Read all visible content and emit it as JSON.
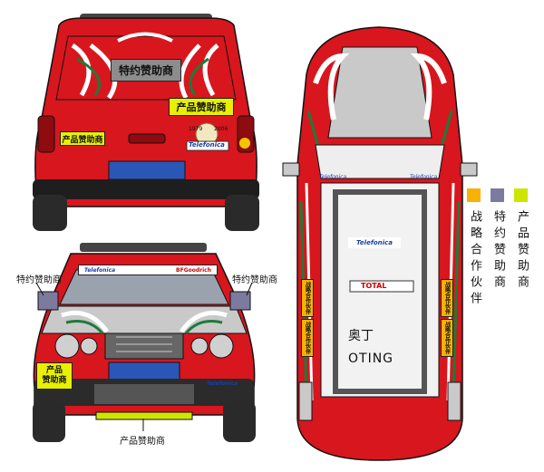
{
  "labels": {
    "sponsor_special": "特约赞助商",
    "sponsor_product": "产品赞助商",
    "sponsor_product_line1": "产品",
    "sponsor_product_line2": "赞助商",
    "strategic_partner": "战略合作伙伴",
    "legend_strategic": "战略合作伙伴",
    "legend_special": "特约赞助商",
    "legend_product": "产品赞助商",
    "brand_oting_cn": "奥丁",
    "brand_oting_en": "OTING",
    "telefonica": "Telefonica",
    "total": "TOTAL",
    "bfgoodrich": "BFGoodrich",
    "year_start": "1979",
    "year_end": "2006"
  },
  "colors": {
    "car_red": "#d8161e",
    "dark_red": "#8e0b10",
    "strategic": "#f7b200",
    "special": "#7c7a9e",
    "product": "#cde600",
    "sticker_yellow": "#e6f000",
    "green_stripe": "#1d7a3a",
    "window_gray": "#9aa3ad",
    "plate_blue": "#2a56b8"
  }
}
